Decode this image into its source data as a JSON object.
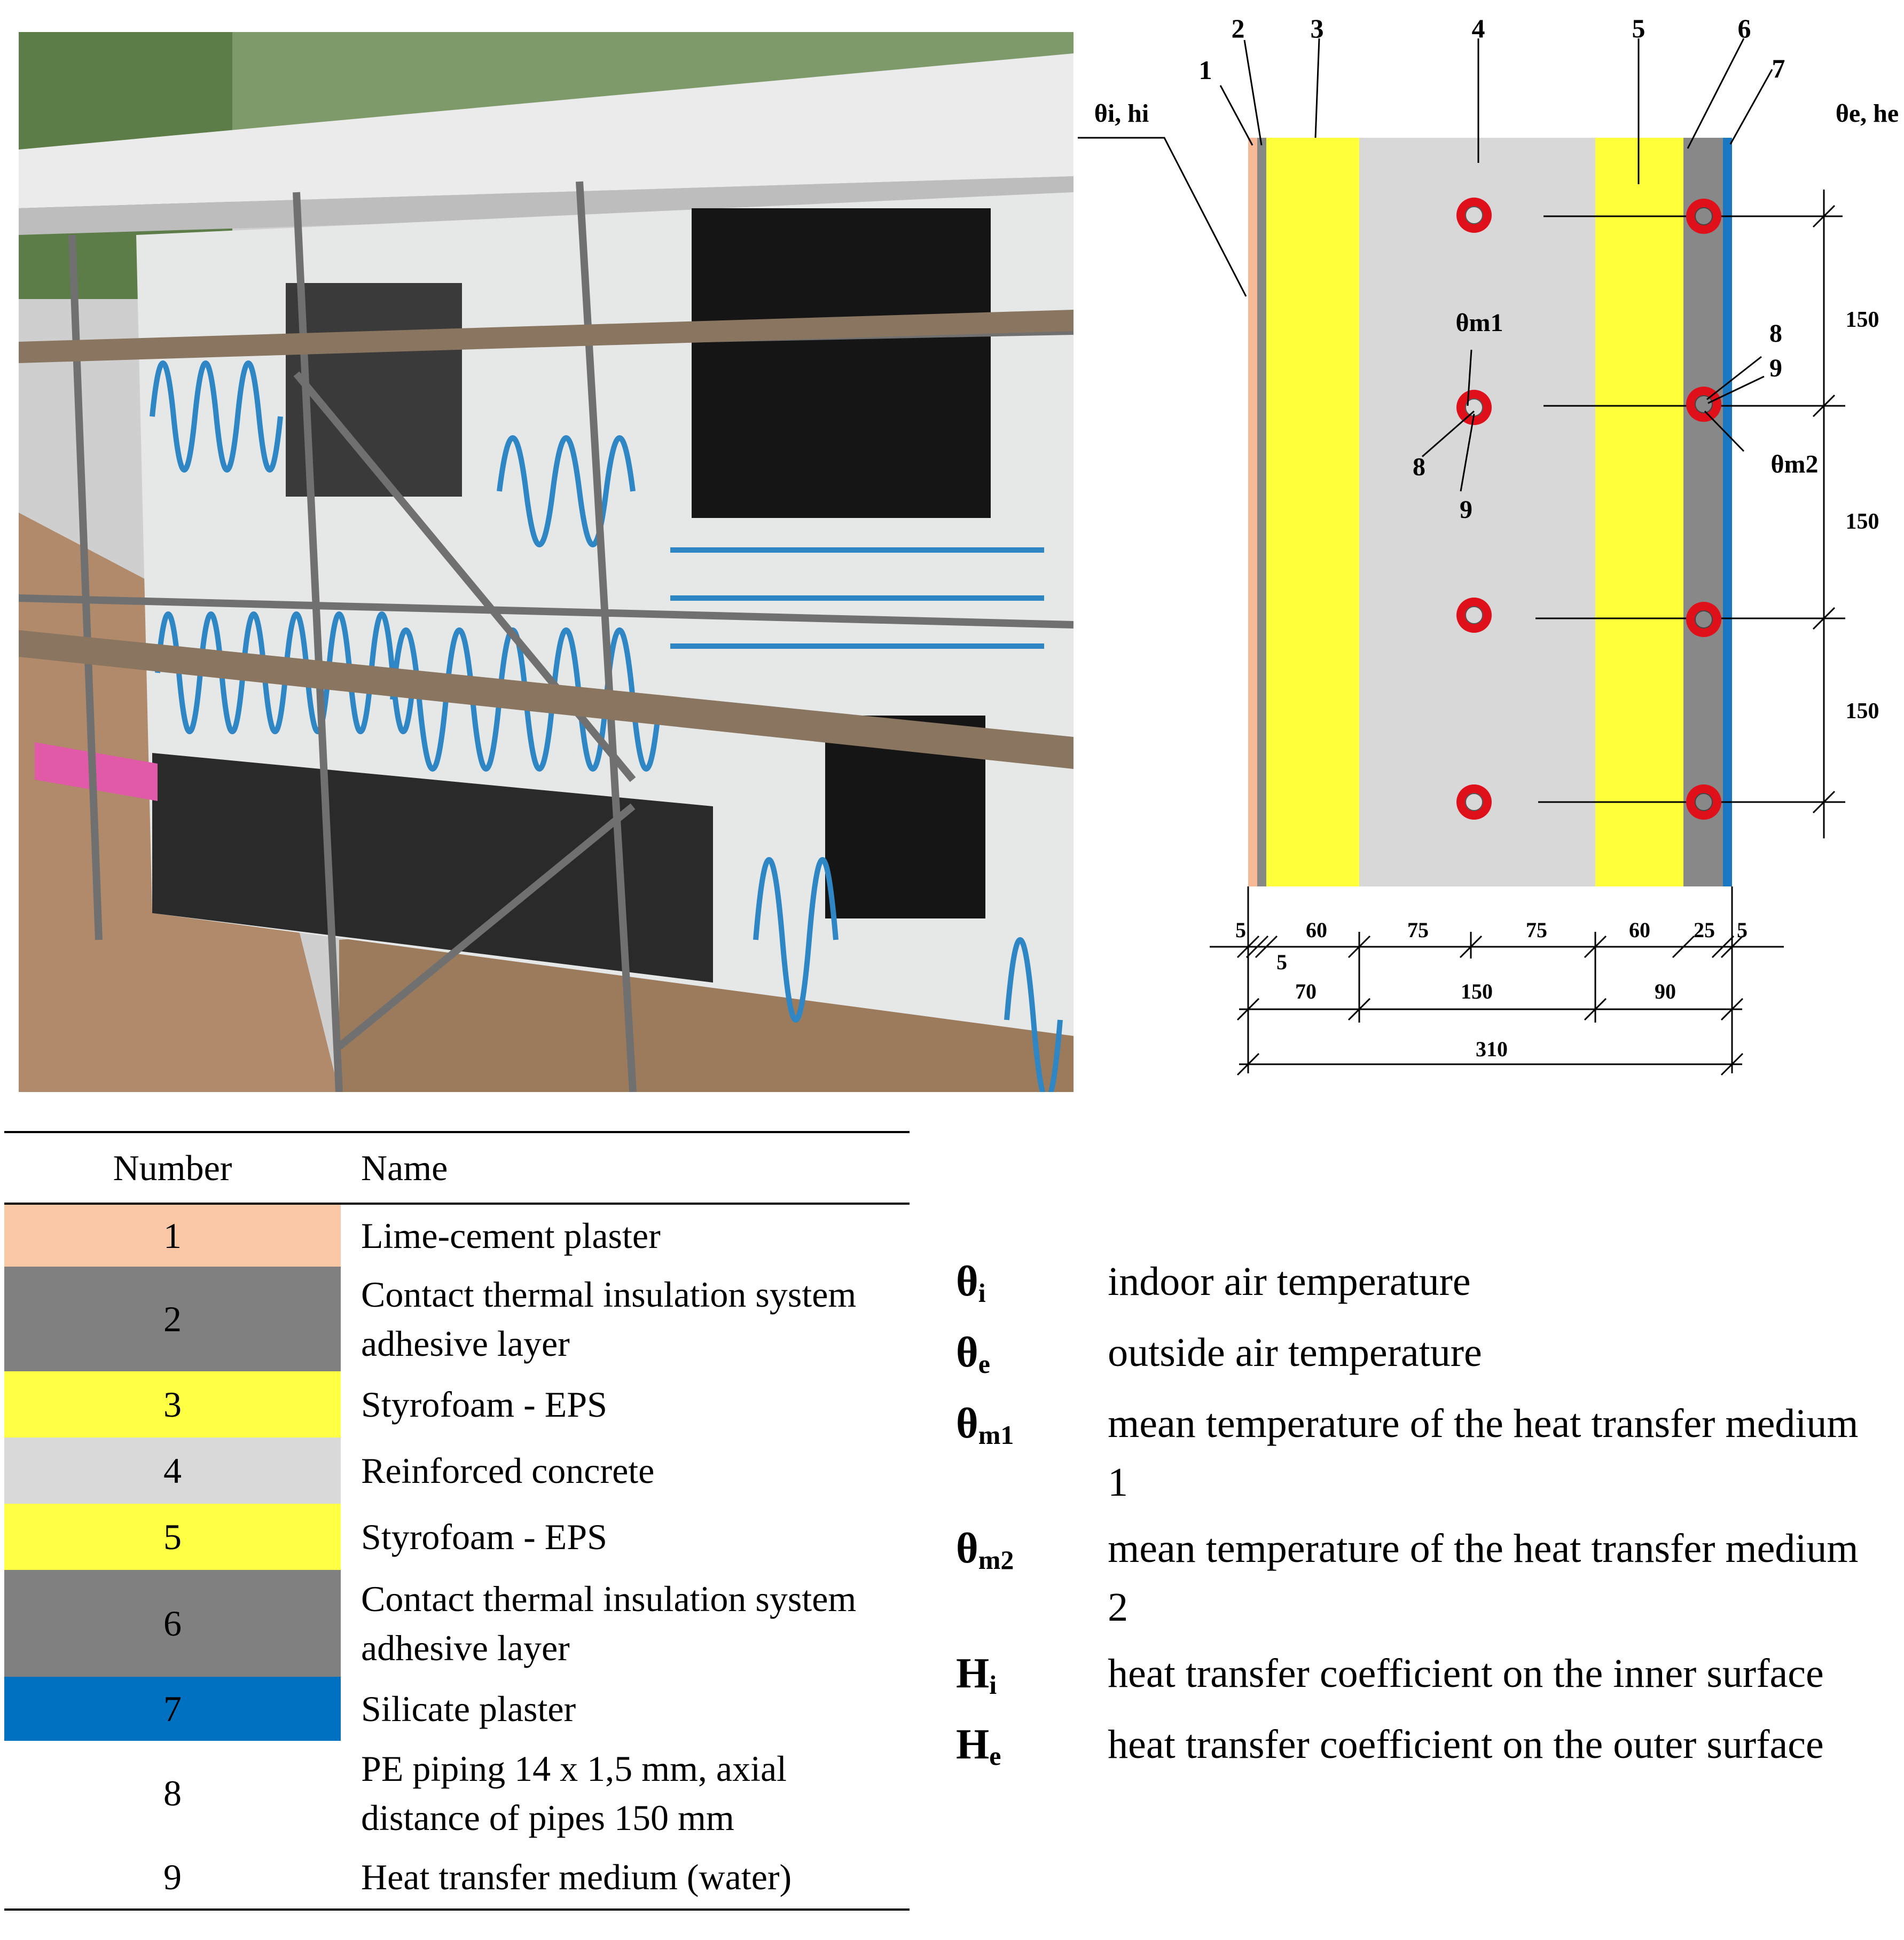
{
  "photo": {
    "description_icon": "wall-heating-pipes-photo"
  },
  "diagram": {
    "layer_numbers": [
      "1",
      "2",
      "3",
      "4",
      "5",
      "6",
      "7"
    ],
    "label_inner": "θi, hi",
    "label_outer": "θe, he",
    "label_m1": "θm1",
    "label_m2": "θm2",
    "pipe_callouts": {
      "n8": "8",
      "n9": "9"
    },
    "vertical_spacing": [
      "150",
      "150",
      "150"
    ],
    "dims_row1": [
      "5",
      "5",
      "60",
      "75",
      "75",
      "60",
      "25",
      "5"
    ],
    "dims_row2": [
      "70",
      "150",
      "90"
    ],
    "dims_total": "310",
    "colors": {
      "plaster_lime": "#f7b996",
      "adhesive": "#888888",
      "eps": "#ffff3a",
      "concrete": "#d8d8d8",
      "silicate": "#1a78c2",
      "pipe": "#e0101a"
    }
  },
  "table": {
    "headers": {
      "number": "Number",
      "name": "Name"
    },
    "rows": [
      {
        "number": "1",
        "name": "Lime-cement plaster",
        "color": "#f9c6a6"
      },
      {
        "number": "2",
        "name": "Contact thermal insulation system adhesive layer",
        "color": "#808080"
      },
      {
        "number": "3",
        "name": "Styrofoam - EPS",
        "color": "#ffff44"
      },
      {
        "number": "4",
        "name": "Reinforced concrete",
        "color": "#d9d9d9"
      },
      {
        "number": "5",
        "name": "Styrofoam - EPS",
        "color": "#ffff44"
      },
      {
        "number": "6",
        "name": "Contact thermal insulation system adhesive layer",
        "color": "#808080"
      },
      {
        "number": "7",
        "name": "Silicate plaster",
        "color": "#0070c0"
      },
      {
        "number": "8",
        "name": "PE piping 14 x 1,5 mm, axial distance of pipes 150 mm",
        "color": "#ffffff"
      },
      {
        "number": "9",
        "name": "Heat transfer medium (water)",
        "color": "#ffffff"
      }
    ]
  },
  "symbols": [
    {
      "base": "θ",
      "sub": "i",
      "desc": "indoor air temperature"
    },
    {
      "base": "θ",
      "sub": "e",
      "desc": "outside air temperature"
    },
    {
      "base": "θ",
      "sub": "m1",
      "desc": "mean temperature of the heat transfer medium 1"
    },
    {
      "base": "θ",
      "sub": "m2",
      "desc": "mean temperature of the heat transfer medium 2"
    },
    {
      "base": "H",
      "sub": "i",
      "desc": "heat transfer coefficient on the inner surface"
    },
    {
      "base": "H",
      "sub": "e",
      "desc": "heat transfer coefficient on the outer surface"
    }
  ]
}
